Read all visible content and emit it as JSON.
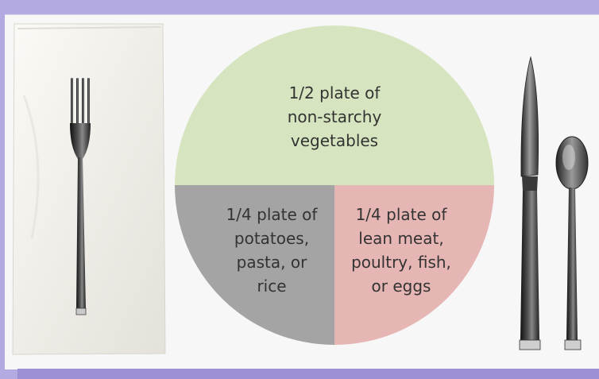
{
  "colors": {
    "background_frame": "#b4aae2",
    "panel": "#f7f7f7",
    "vegetables": "#d6e5bf",
    "starch": "#a4a4a4",
    "protein": "#e6b6b5",
    "napkin": "#f1efea",
    "utensil": "#2f2f2f"
  },
  "plate": {
    "vegetables": "1/2 plate of\nnon-starchy\nvegetables",
    "starch": "1/4 plate of\npotatoes,\npasta, or\nrice",
    "protein": "1/4 plate of\nlean meat,\npoultry, fish,\nor eggs"
  },
  "icons": {
    "napkin": "napkin-image",
    "fork": "fork-icon",
    "knife": "knife-icon",
    "spoon": "spoon-icon"
  }
}
